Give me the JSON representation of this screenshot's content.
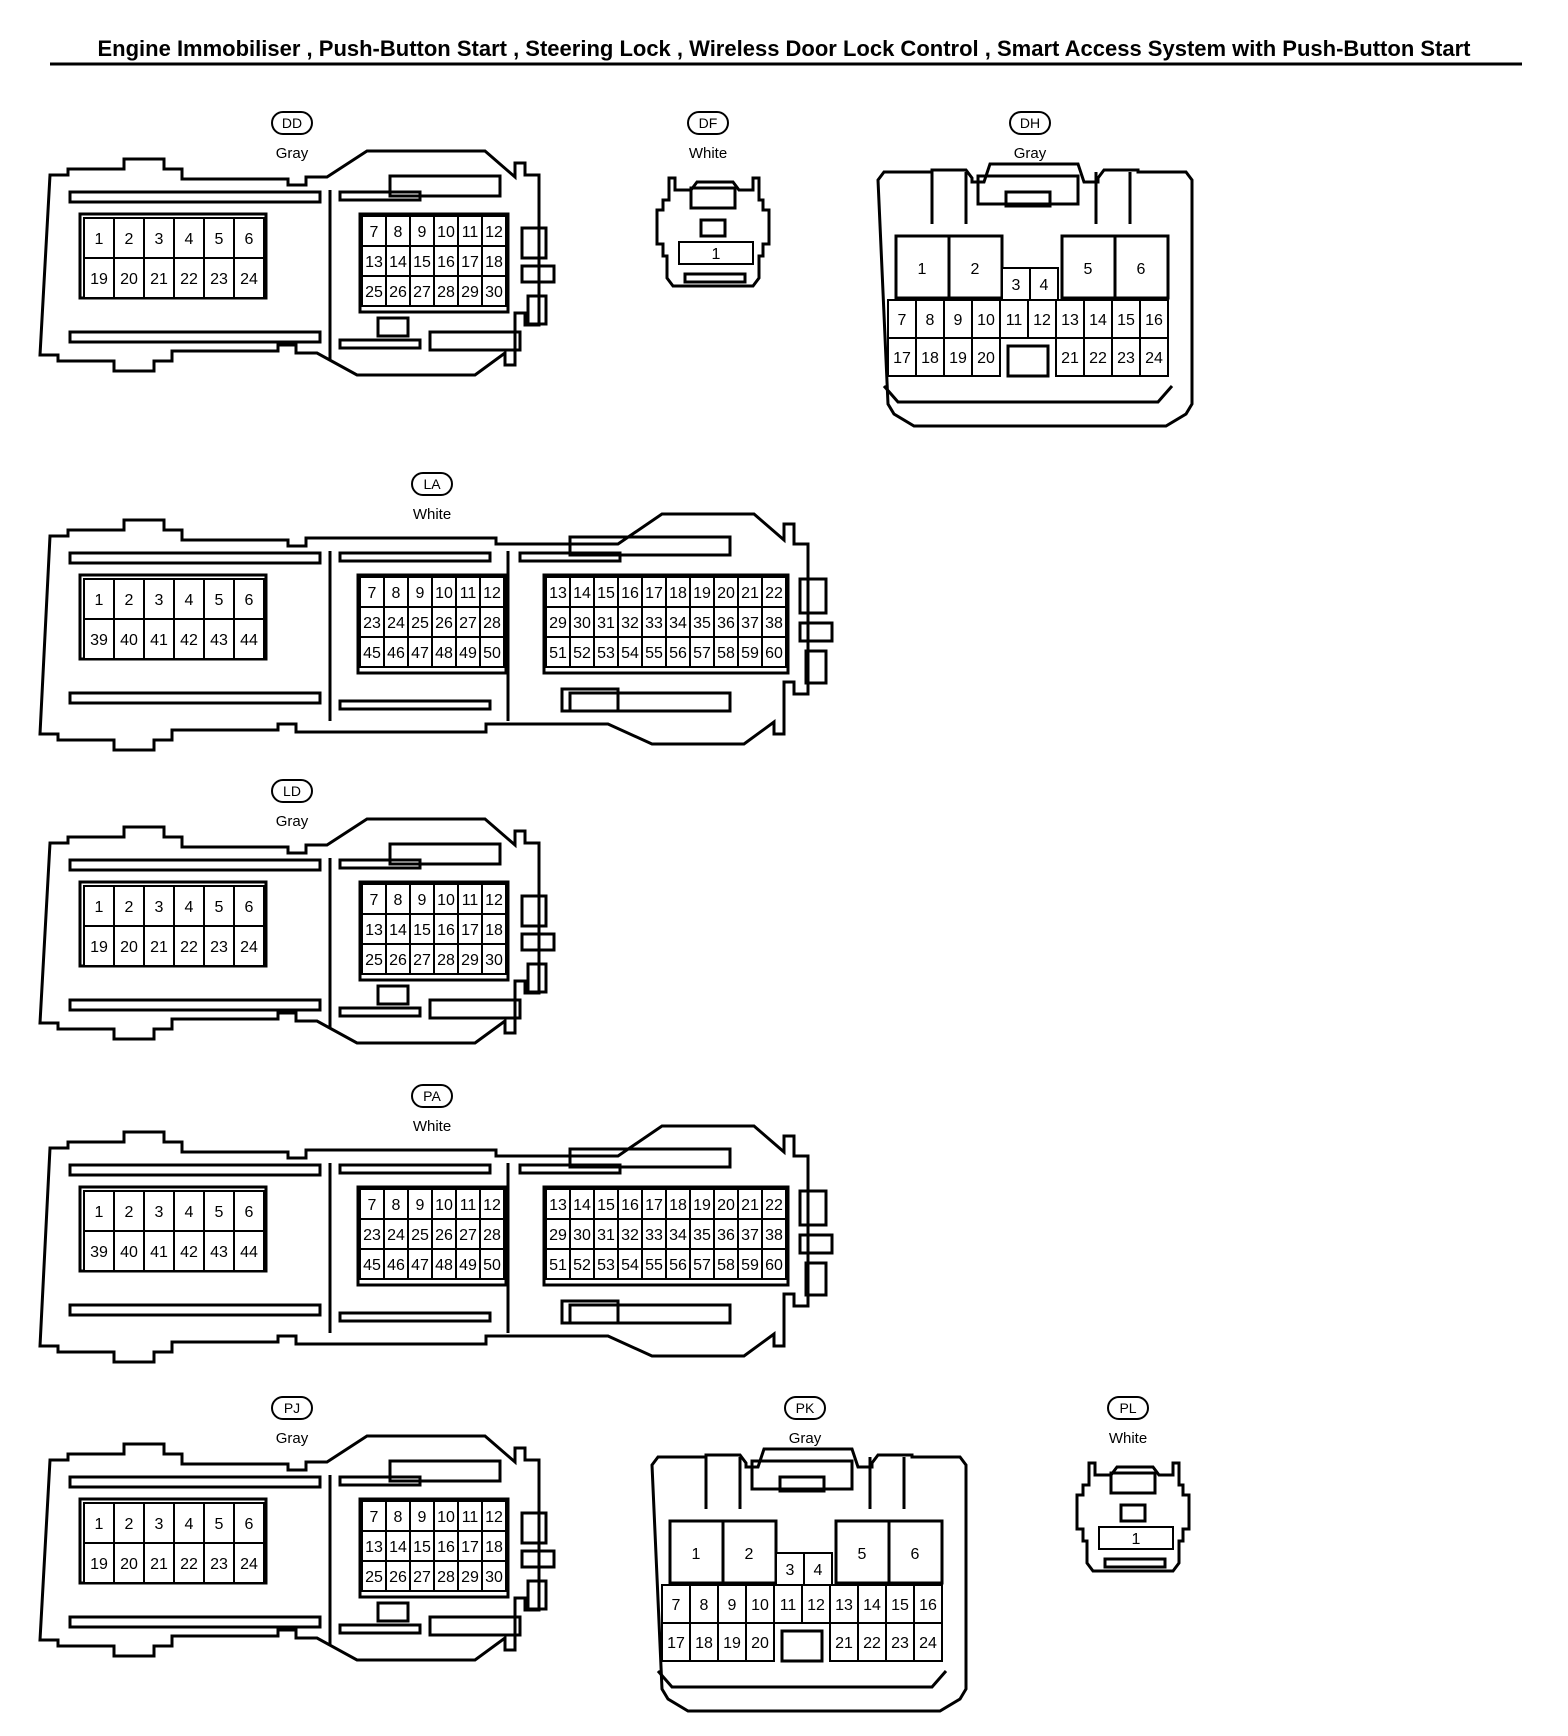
{
  "title": "Engine Immobiliser , Push-Button Start , Steering Lock , Wireless Door Lock Control , Smart Access System with Push-Button Start",
  "connectors": [
    {
      "code": "DD",
      "color": "Gray",
      "type": "30pin"
    },
    {
      "code": "DF",
      "color": "White",
      "type": "1pin"
    },
    {
      "code": "DH",
      "color": "Gray",
      "type": "24pin"
    },
    {
      "code": "LA",
      "color": "White",
      "type": "60pin"
    },
    {
      "code": "LD",
      "color": "Gray",
      "type": "30pin"
    },
    {
      "code": "PA",
      "color": "White",
      "type": "60pin"
    },
    {
      "code": "PJ",
      "color": "Gray",
      "type": "30pin"
    },
    {
      "code": "PK",
      "color": "Gray",
      "type": "24pin"
    },
    {
      "code": "PL",
      "color": "White",
      "type": "1pin"
    }
  ],
  "pin_layouts": {
    "30pin": {
      "left_block": [
        [
          "1",
          "2",
          "3",
          "4",
          "5",
          "6"
        ],
        [
          "19",
          "20",
          "21",
          "22",
          "23",
          "24"
        ]
      ],
      "mid_block": [
        [
          "7",
          "8",
          "9",
          "10",
          "11",
          "12"
        ],
        [
          "13",
          "14",
          "15",
          "16",
          "17",
          "18"
        ],
        [
          "25",
          "26",
          "27",
          "28",
          "29",
          "30"
        ]
      ]
    },
    "60pin": {
      "left_block": [
        [
          "1",
          "2",
          "3",
          "4",
          "5",
          "6"
        ],
        [
          "39",
          "40",
          "41",
          "42",
          "43",
          "44"
        ]
      ],
      "mid_block": [
        [
          "7",
          "8",
          "9",
          "10",
          "11",
          "12"
        ],
        [
          "23",
          "24",
          "25",
          "26",
          "27",
          "28"
        ],
        [
          "45",
          "46",
          "47",
          "48",
          "49",
          "50"
        ]
      ],
      "right_block": [
        [
          "13",
          "14",
          "15",
          "16",
          "17",
          "18",
          "19",
          "20",
          "21",
          "22"
        ],
        [
          "29",
          "30",
          "31",
          "32",
          "33",
          "34",
          "35",
          "36",
          "37",
          "38"
        ],
        [
          "51",
          "52",
          "53",
          "54",
          "55",
          "56",
          "57",
          "58",
          "59",
          "60"
        ]
      ]
    },
    "24pin": {
      "big_left": [
        "1",
        "2"
      ],
      "big_right": [
        "5",
        "6"
      ],
      "small_center": [
        "3",
        "4"
      ],
      "row1": [
        "7",
        "8",
        "9",
        "10",
        "11",
        "12",
        "13",
        "14",
        "15",
        "16"
      ],
      "row2_left": [
        "17",
        "18",
        "19",
        "20"
      ],
      "row2_right": [
        "21",
        "22",
        "23",
        "24"
      ]
    },
    "1pin": {
      "pins": [
        "1"
      ]
    }
  }
}
